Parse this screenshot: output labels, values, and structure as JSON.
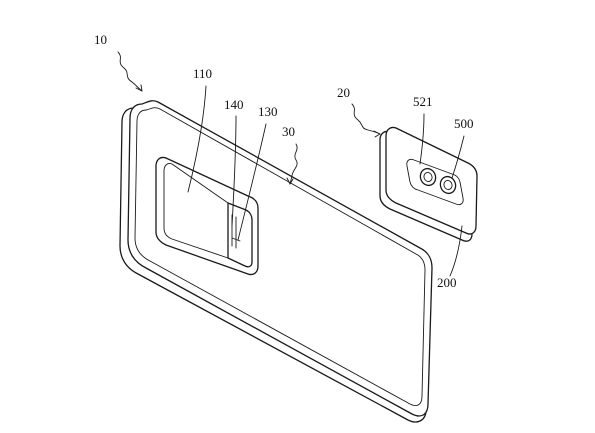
{
  "labels": {
    "device": "10",
    "phone_body": "30",
    "camera_window": "110",
    "part_140": "140",
    "part_130": "130",
    "module": "20",
    "part_521": "521",
    "part_500": "500",
    "part_200": "200"
  },
  "colors": {
    "line": "#1a1a1a",
    "background": "#ffffff"
  }
}
